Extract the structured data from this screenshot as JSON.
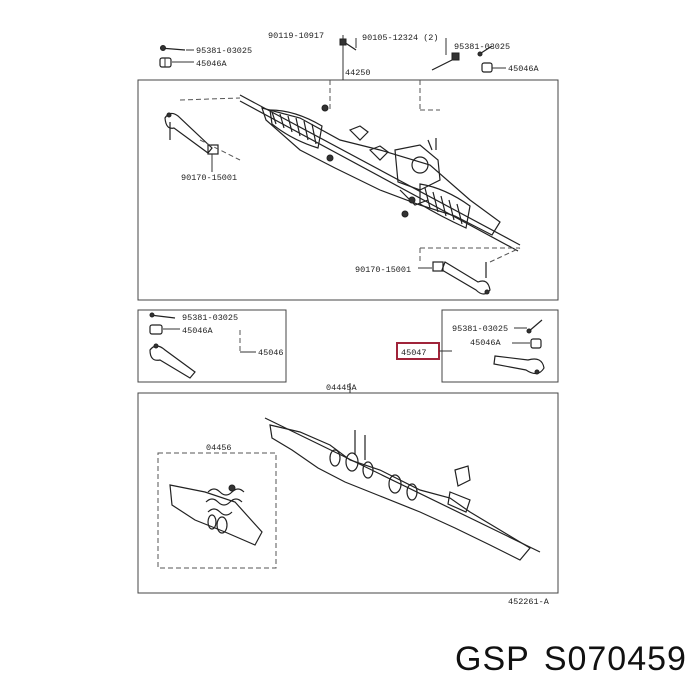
{
  "labels": {
    "top_bolt_left": "90119-10917",
    "top_bolt_mid": "90105-12324 (2)",
    "pin_top_left": "95381-03025",
    "nut_top_left": "45046A",
    "pin_top_right": "95381-03025",
    "nut_top_right": "45046A",
    "rack_assy": "44250",
    "nut_left": "90170-15001",
    "nut_right": "90170-15001",
    "pin_box_left": "95381-03025",
    "nut_box_left": "45046A",
    "tie_rod_left": "45046",
    "tie_rod_right": "45047",
    "pin_box_right": "95381-03025",
    "nut_box_right": "45046A",
    "gear_assy": "04445A",
    "gasket_kit": "04456",
    "diagram_code": "452261-A"
  },
  "highlight_color": "#a0243a",
  "brand": {
    "name": "GSP",
    "part_number": "S070459"
  }
}
